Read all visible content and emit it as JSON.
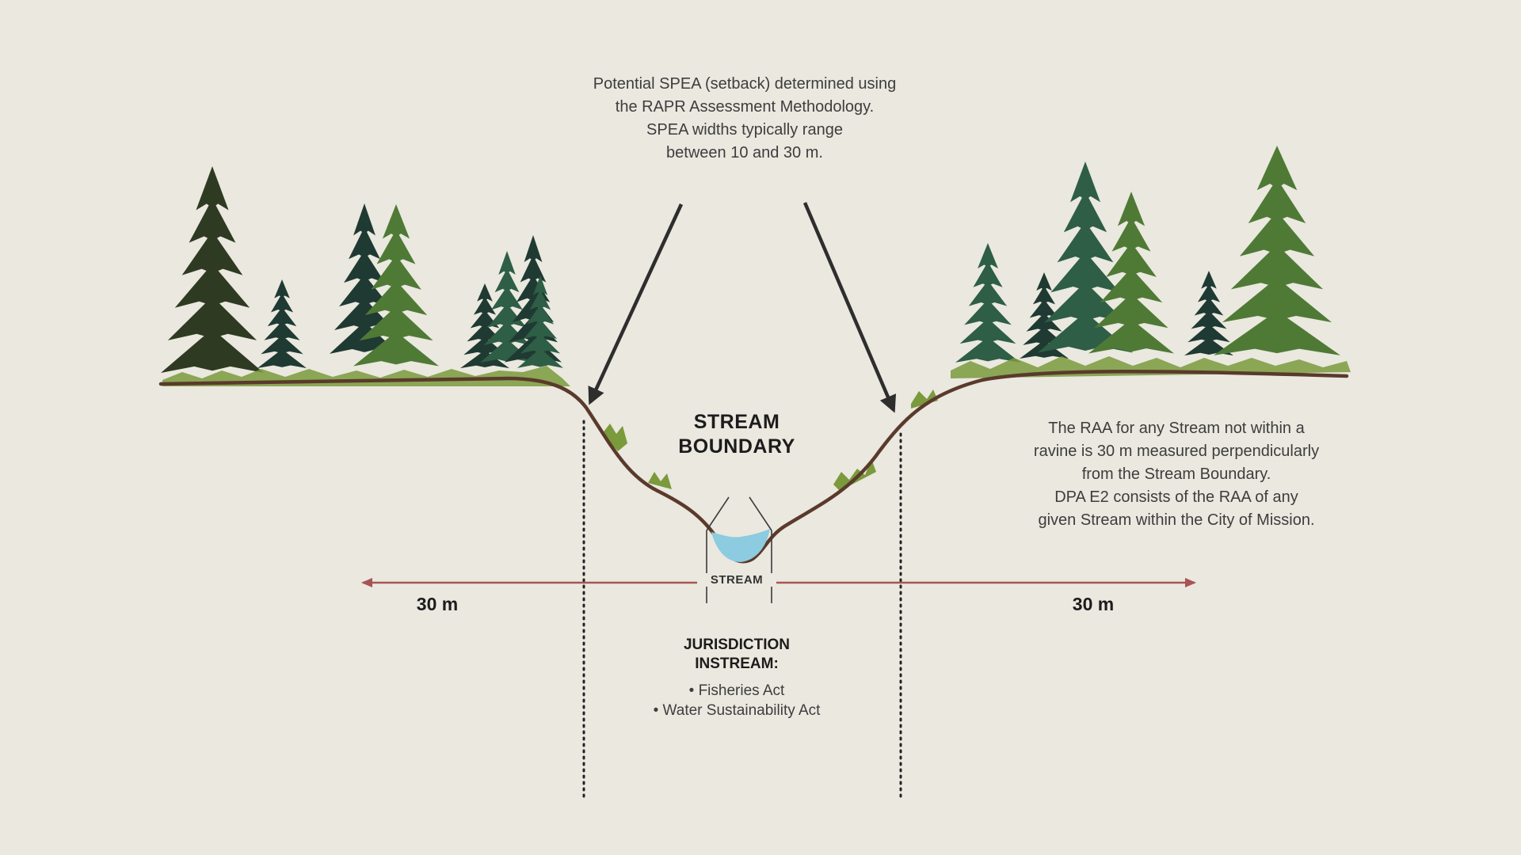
{
  "spea_note": [
    "Potential SPEA (setback) determined using",
    "the RAPR Assessment Methodology.",
    "SPEA widths typically range",
    "between 10 and 30 m."
  ],
  "stream_boundary_title": [
    "STREAM",
    "BOUNDARY"
  ],
  "raa_note": [
    "The RAA for any Stream not within a",
    "ravine is 30 m measured perpendicularly",
    "from the Stream Boundary.",
    "DPA E2 consists of the RAA of any",
    "given Stream within the City of Mission."
  ],
  "stream_label": "STREAM",
  "measure_left": "30 m",
  "measure_right": "30 m",
  "jurisdiction": {
    "title": [
      "JURISDICTION",
      "INSTREAM:"
    ],
    "items": [
      "• Fisheries Act",
      "• Water Sustainability Act"
    ]
  },
  "colors": {
    "background": "#eae8df",
    "ground": "#5a3a2c",
    "grass": "#7a9a3c",
    "water": "#8ccbe0",
    "measure_line": "#a85454",
    "arrow": "#2e2e2e",
    "tree_dark": "#1f3a33",
    "tree_mid": "#2e5e45",
    "tree_light": "#4f7a36",
    "tree_olive": "#2f3a22"
  }
}
